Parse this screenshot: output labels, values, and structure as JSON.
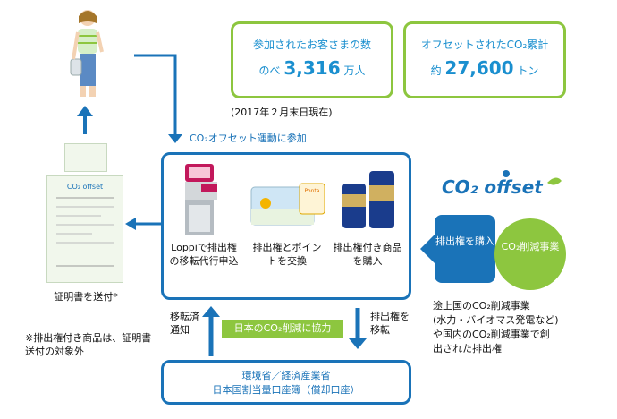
{
  "stats": {
    "customers_line1": "参加されたお客さまの数",
    "customers_prefix": "のべ",
    "customers_value": "3,316",
    "customers_unit": "万人",
    "offset_line1": "オフセットされたCO₂累計",
    "offset_prefix": "約",
    "offset_value": "27,600",
    "offset_unit": "トン",
    "as_of": "(2017年２月末日現在)"
  },
  "flow": {
    "participate": "CO₂オフセット運動に参加",
    "loppi": "Loppiで排出権の移転代行申込",
    "exchange": "排出権とポイントを交換",
    "purchase": "排出権付き商品を購入",
    "certificate": "証明書を送付*",
    "note": "※排出権付き商品は、証明書送付の対象外",
    "left_arrow_label": "移転済通知",
    "right_arrow_label": "排出権を移転",
    "center_band": "日本のCO₂削減に協力",
    "ministry_line1": "環境省／経済産業省",
    "ministry_line2": "日本国割当量口座簿（償却口座）",
    "buy_credits": "排出権を購入",
    "reduction": "CO₂削減事業",
    "projects_line1": "途上国のCO₂削減事業",
    "projects_line2": "(水力・バイオマス発電など)",
    "projects_line3": "や国内のCO₂削減事業で創",
    "projects_line4": "出された排出権",
    "logo": "CO₂ offset"
  },
  "colors": {
    "blue": "#1a73b8",
    "green": "#8dc63f",
    "light_blue_text": "#1a8fcf"
  }
}
